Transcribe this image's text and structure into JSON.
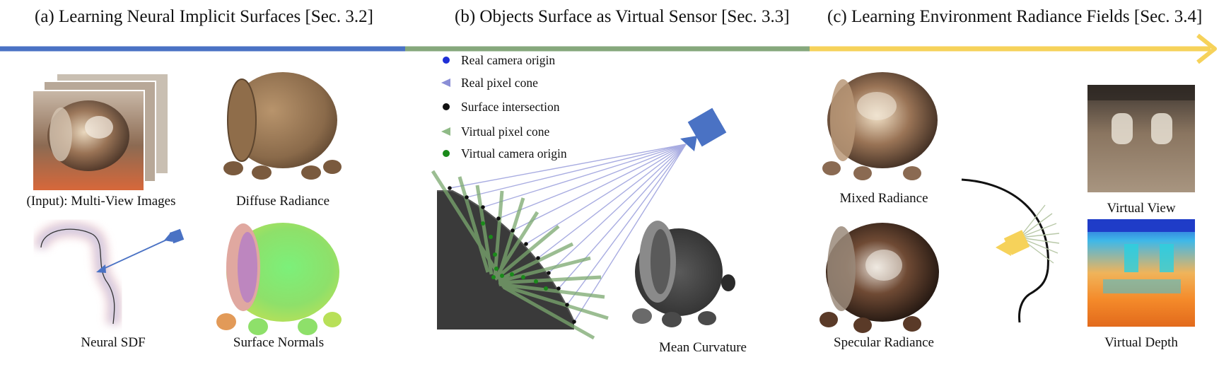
{
  "sections": [
    {
      "label": "(a) Learning Neural Implicit Surfaces [Sec. 3.2]",
      "color": "#4a72c4"
    },
    {
      "label": "(b) Objects Surface as Virtual Sensor [Sec. 3.3]",
      "color": "#86a87c"
    },
    {
      "label": "(c) Learning Environment Radiance Fields [Sec. 3.4]",
      "color": "#f6d25a"
    }
  ],
  "section_a": {
    "input_caption": "(Input): Multi-View Images",
    "diffuse_caption": "Diffuse Radiance",
    "sdf_caption": "Neural SDF",
    "normals_caption": "Surface Normals"
  },
  "section_b": {
    "legend": [
      {
        "label": "Real camera origin",
        "color": "#1f2fd6",
        "icon": "dot-icon"
      },
      {
        "label": "Real pixel cone",
        "color": "#8a8ed6",
        "icon": "cone-icon"
      },
      {
        "label": "Surface intersection",
        "color": "#111111",
        "icon": "dot-icon"
      },
      {
        "label": "Virtual pixel cone",
        "color": "#8fba86",
        "icon": "cone-icon"
      },
      {
        "label": "Virtual camera origin",
        "color": "#1a8a1a",
        "icon": "dot-icon"
      }
    ],
    "curvature_caption": "Mean Curvature"
  },
  "section_c": {
    "mixed_caption": "Mixed Radiance",
    "specular_caption": "Specular Radiance",
    "virtual_view_caption": "Virtual View",
    "virtual_depth_caption": "Virtual Depth"
  }
}
